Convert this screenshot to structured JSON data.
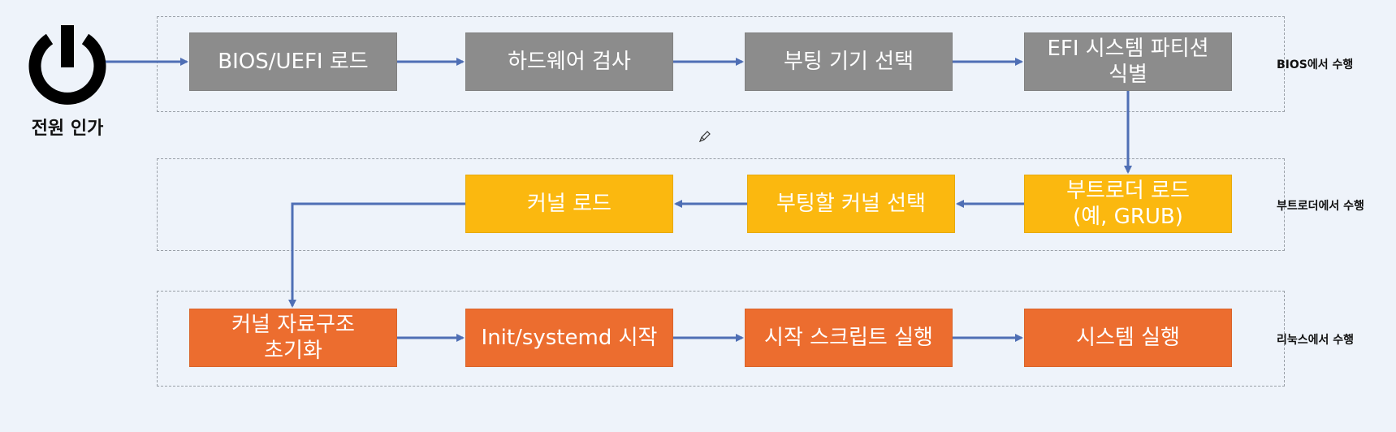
{
  "power": {
    "label": "전원 인가",
    "icon": "power-icon"
  },
  "groups": [
    {
      "label": "BIOS에서 수행",
      "color": "#8c8c8c",
      "steps": [
        "BIOS/UEFI 로드",
        "하드웨어 검사",
        "부팅 기기 선택",
        "EFI 시스템 파티션\n식별"
      ]
    },
    {
      "label": "부트로더에서 수행",
      "color": "#fbb80f",
      "steps": [
        "부트로더 로드\n(예, GRUB)",
        "부팅할 커널 선택",
        "커널 로드"
      ]
    },
    {
      "label": "리눅스에서 수행",
      "color": "#ec6d2f",
      "steps": [
        "커널 자료구조\n초기화",
        "Init/systemd 시작",
        "시작 스크립트 실행",
        "시스템 실행"
      ]
    }
  ],
  "arrow_color": "#4f6fb5",
  "cursor_icon": "pencil-icon"
}
